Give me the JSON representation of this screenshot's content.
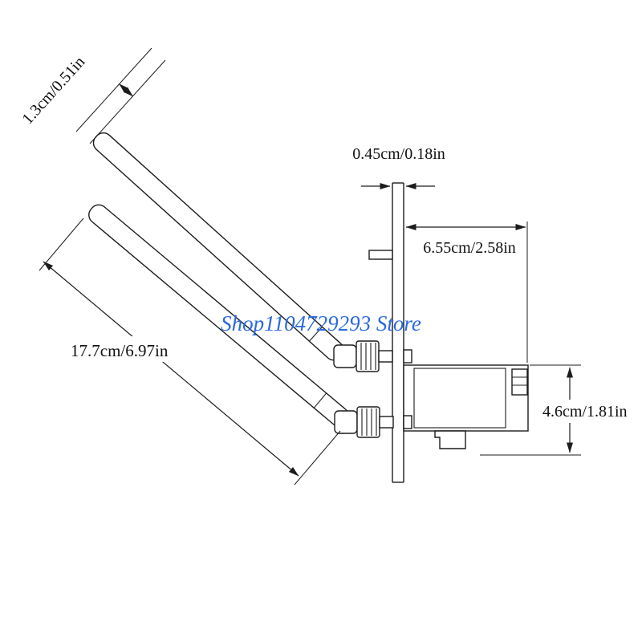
{
  "diagram": {
    "labels": {
      "antenna_width": "1.3cm/0.51in",
      "bracket_thickness": "0.45cm/0.18in",
      "card_length": "6.55cm/2.58in",
      "antenna_length": "17.7cm/6.97in",
      "card_height": "4.6cm/1.81in"
    },
    "watermark": {
      "text": "Shop1104729293 Store",
      "color": "#2a6ae0"
    },
    "colors": {
      "line": "#1c1c1c",
      "background": "#ffffff"
    }
  }
}
